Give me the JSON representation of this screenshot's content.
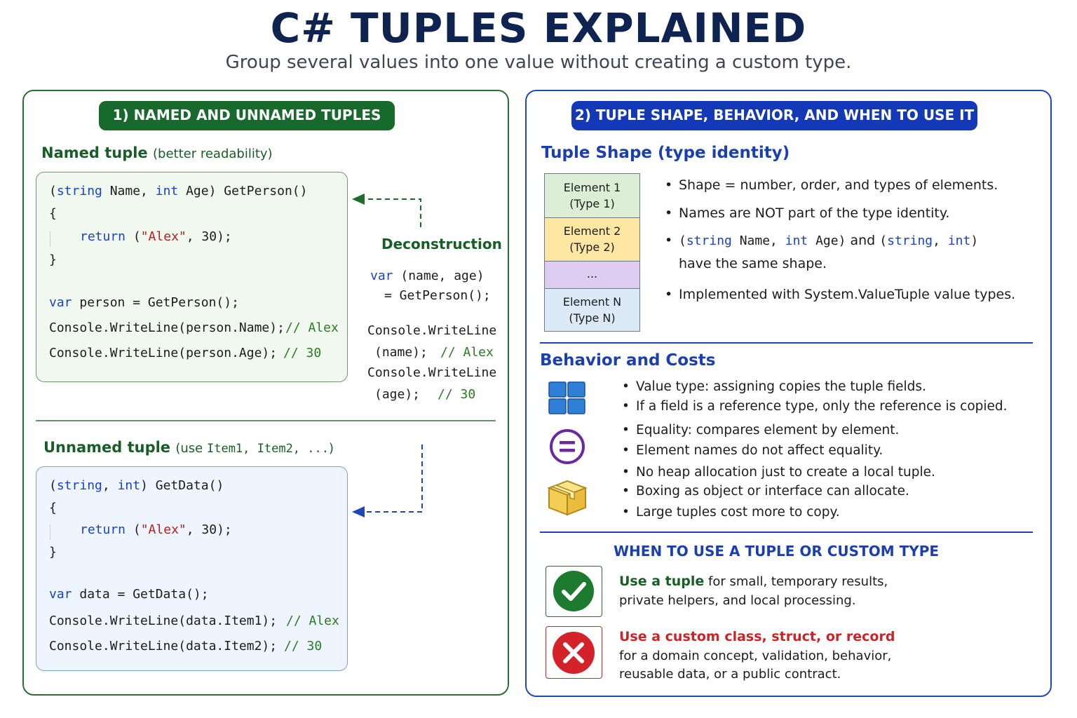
{
  "header": {
    "title": "C# TUPLES EXPLAINED",
    "subtitle": "Group several values into one value without creating a custom type."
  },
  "left": {
    "section_label": "1) NAMED AND UNNAMED TUPLES",
    "named_heading": "Named tuple",
    "named_note": "(better readability)",
    "deconstruction_label": "Deconstruction",
    "unnamed_heading": "Unnamed tuple",
    "unnamed_note_prefix": "(use ",
    "unnamed_note_code": "Item1, Item2, ...",
    "unnamed_note_suffix": ")"
  },
  "right": {
    "section_label": "2) TUPLE SHAPE, BEHAVIOR, AND WHEN TO USE IT",
    "shape_heading": "Tuple Shape (type identity)",
    "stack": [
      {
        "line1": "Element 1",
        "line2": "(Type 1)",
        "color": "#dcefd6"
      },
      {
        "line1": "Element 2",
        "line2": "(Type 2)",
        "color": "#fde7a2"
      },
      {
        "line1": "...",
        "line2": "",
        "color": "#dfccf1"
      },
      {
        "line1": "Element N",
        "line2": "(Type N)",
        "color": "#dceaf7"
      }
    ],
    "shape_bullets": {
      "b1": "Shape = number, order, and types of elements.",
      "b2": "Names are NOT part of the type identity.",
      "b3_and": "and",
      "b3_line2": "have the same shape.",
      "b4": "Implemented with System.ValueTuple value types."
    },
    "behavior_heading": "Behavior and Costs",
    "behavior_bullets": [
      "Value type: assigning copies the tuple fields.",
      "If a field is a reference type, only the reference is copied.",
      "Equality: compares element by element.",
      "Element names do not affect equality.",
      "No heap allocation just to create a local tuple.",
      "Boxing as object or interface can allocate.",
      "Large tuples cost more to copy."
    ],
    "when_heading": "WHEN TO USE A TUPLE OR CUSTOM TYPE",
    "use_tuple": {
      "bold": "Use a tuple",
      "rest": "for small, temporary results,",
      "line2": "private helpers, and local processing."
    },
    "use_custom": {
      "bold": "Use a custom class, struct, or record",
      "line2": "for a domain concept, validation, behavior,",
      "line3": "reusable data, or a public contract."
    }
  },
  "code": {
    "string_kw": "string",
    "int_kw": "int",
    "var_kw": "var",
    "return_kw": "return",
    "alex": "\"Alex\"",
    "named_sig_tail": " Age) GetPerson()",
    "named_sig_mid": " Name, ",
    "open_paren": "(",
    "open_brace": "{",
    "close_brace": "}",
    "return_tail": " (",
    "return_end": ", 30);",
    "person_assign": " person = GetPerson();",
    "person_name_line": "Console.WriteLine(person.Name);",
    "person_age_line": "Console.WriteLine(person.Age);",
    "cmt_alex": "// Alex",
    "cmt_30": "// 30",
    "decon_line1": " (name, age)",
    "decon_line2": "= GetPerson();",
    "decon_cw": "Console.WriteLine",
    "decon_name": "(name);",
    "decon_age": "(age);",
    "unnamed_sig_comma": ", ",
    "unnamed_sig_tail": ") GetData()",
    "data_assign": " data = GetData();",
    "item1_line": "Console.WriteLine(data.Item1);",
    "item2_line": "Console.WriteLine(data.Item2);",
    "shape_sig_a": "(string Name, int Age)",
    "shape_p_open": "(",
    "shape_name": " Name, ",
    "shape_age": " Age)",
    "shape_comma": ", ",
    "shape_close": ")"
  }
}
